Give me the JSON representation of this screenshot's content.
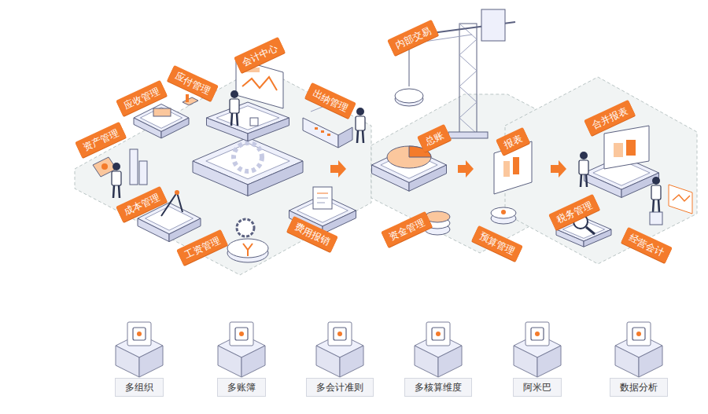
{
  "diagram": {
    "nodes": [
      {
        "text": [
          "会计中心"
        ]
      },
      {
        "text": [
          "应收管理"
        ]
      },
      {
        "text": [
          "应付管理"
        ]
      },
      {
        "text": [
          "出纳管理"
        ]
      },
      {
        "text": [
          "资产管理"
        ]
      },
      {
        "text": [
          "成本管理"
        ]
      },
      {
        "text": [
          "工资管理"
        ]
      },
      {
        "text": [
          "费用报销"
        ]
      },
      {
        "text": [
          "内部交易"
        ]
      },
      {
        "text": [
          "总账"
        ]
      },
      {
        "text": [
          "资金管理"
        ]
      },
      {
        "text": [
          "报表"
        ]
      },
      {
        "text": [
          "预算管理"
        ]
      },
      {
        "text": [
          "合并报表"
        ]
      },
      {
        "text": [
          "税务管理"
        ]
      },
      {
        "text": [
          "经营会计"
        ]
      },
      {
        "text": [
          "多组织"
        ]
      },
      {
        "text": [
          "多账簿"
        ]
      },
      {
        "text": [
          "多会计准则"
        ]
      },
      {
        "text": [
          "多核算维度"
        ]
      },
      {
        "text": [
          "阿米巴"
        ]
      },
      {
        "text": [
          "数据分析"
        ]
      }
    ]
  }
}
